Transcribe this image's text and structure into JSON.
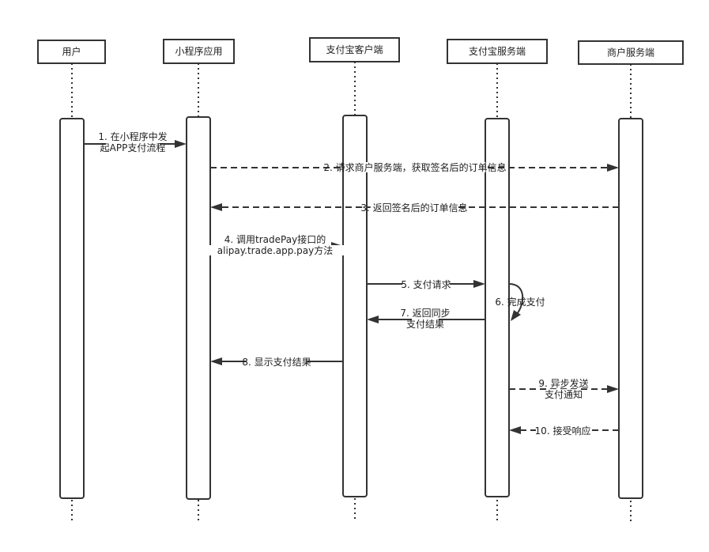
{
  "participants": [
    "用户",
    "小程序应用",
    "支付宝客户端",
    "支付宝服务端",
    "商户服务端"
  ],
  "messages": [
    {
      "label": [
        "1. 在小程序中发",
        "起APP支付流程"
      ],
      "from": 0,
      "to": 1,
      "style": "solid"
    },
    {
      "label": [
        "2. 请求商户服务端，获取签名后的订单信息"
      ],
      "from": 1,
      "to": 4,
      "style": "dashed"
    },
    {
      "label": [
        "3. 返回签名后的订单信息"
      ],
      "from": 4,
      "to": 1,
      "style": "dashed"
    },
    {
      "label": [
        "4. 调用tradePay接口的",
        "alipay.trade.app.pay方法"
      ],
      "from": 1,
      "to": 2,
      "style": "solid"
    },
    {
      "label": [
        "5. 支付请求"
      ],
      "from": 2,
      "to": 3,
      "style": "solid"
    },
    {
      "label": [
        "6. 完成支付"
      ],
      "from": 3,
      "to": 3,
      "style": "self"
    },
    {
      "label": [
        "7. 返回同步",
        "支付结果"
      ],
      "from": 3,
      "to": 2,
      "style": "solid"
    },
    {
      "label": [
        "8. 显示支付结果"
      ],
      "from": 2,
      "to": 1,
      "style": "solid"
    },
    {
      "label": [
        "9. 异步发送",
        "支付通知"
      ],
      "from": 3,
      "to": 4,
      "style": "dashed"
    },
    {
      "label": [
        "10. 接受响应"
      ],
      "from": 4,
      "to": 3,
      "style": "dashed"
    }
  ],
  "colors": {
    "line": "#333333",
    "background": "#ffffff"
  }
}
